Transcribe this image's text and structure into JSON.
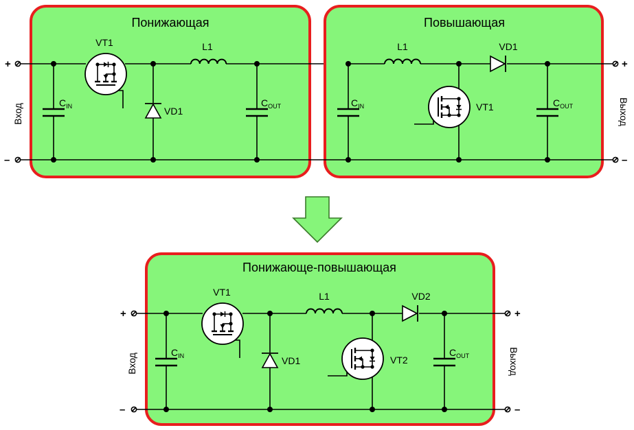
{
  "colors": {
    "panel_fill": "#86f57a",
    "panel_border": "#e81e1e",
    "wire": "#000000",
    "arrow_fill": "#86f57a",
    "arrow_stroke": "#3a7a2a"
  },
  "buck": {
    "title": "Понижающая",
    "vt1": "VT1",
    "l1": "L1",
    "vd1": "VD1",
    "cin": {
      "base": "C",
      "sub": "IN"
    },
    "cout": {
      "base": "C",
      "sub": "OUT"
    },
    "input_label": "Вход",
    "plus": "+",
    "minus": "–"
  },
  "boost": {
    "title": "Повышающая",
    "l1": "L1",
    "vd1": "VD1",
    "vt1": "VT1",
    "cin": {
      "base": "C",
      "sub": "IN"
    },
    "cout": {
      "base": "C",
      "sub": "OUT"
    },
    "output_label": "Выход",
    "plus": "+",
    "minus": "–"
  },
  "buckboost": {
    "title": "Понижающе-повышающая",
    "vt1": "VT1",
    "l1": "L1",
    "vd1": "VD1",
    "vd2": "VD2",
    "vt2": "VT2",
    "cin": {
      "base": "C",
      "sub": "IN"
    },
    "cout": {
      "base": "C",
      "sub": "OUT"
    },
    "input_label": "Вход",
    "output_label": "Выход",
    "plus": "+",
    "minus": "–"
  }
}
